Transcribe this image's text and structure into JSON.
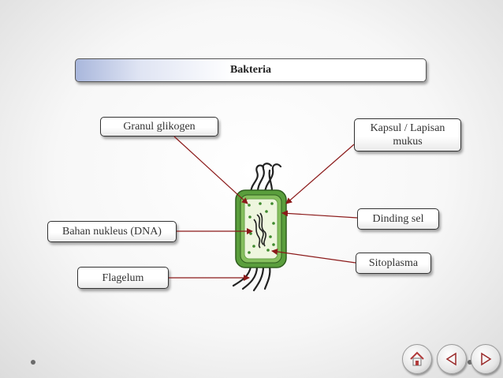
{
  "title": "Bakteria",
  "labels": {
    "granul": "Granul glikogen",
    "kapsul": "Kapsul / Lapisan mukus",
    "dinding": "Dinding sel",
    "nukleus": "Bahan nukleus (DNA)",
    "sitoplasma": "Sitoplasma",
    "flagelum": "Flagelum"
  },
  "colors": {
    "arrow": "#8b1a1a",
    "capsule": "#5a9e3c",
    "cytoplasm": "#eef6de"
  },
  "nav": {
    "home_icon": "home-icon",
    "back_icon": "triangle-left-icon",
    "forward_icon": "triangle-right-icon"
  }
}
